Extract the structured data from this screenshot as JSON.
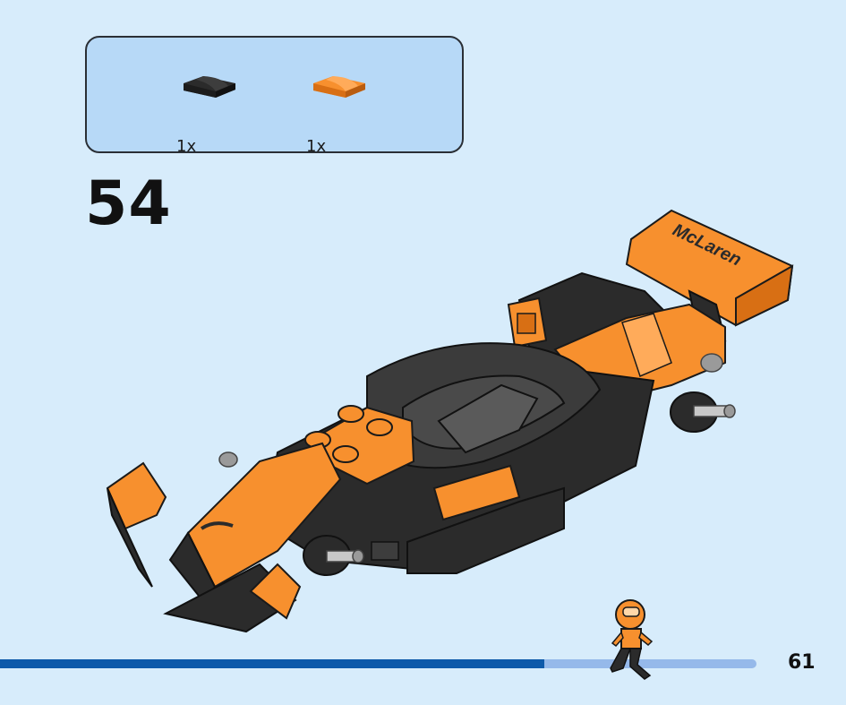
{
  "instructions": {
    "parts": [
      {
        "icon": "black-curved-slope-icon",
        "quantity": "1x",
        "color": "#2b2b2b"
      },
      {
        "icon": "orange-curved-slope-icon",
        "quantity": "1x",
        "color": "#f7902e"
      }
    ],
    "step": "54",
    "page": "61",
    "progress": 0.72,
    "logo_text": "McLaren",
    "colors": {
      "background": "#d7ecfb",
      "parts_box": "#b7d9f7",
      "orange": "#f7902e",
      "black": "#2b2b2b",
      "progress_fill": "#0d5aaa",
      "progress_track": "#95b9ea"
    }
  }
}
